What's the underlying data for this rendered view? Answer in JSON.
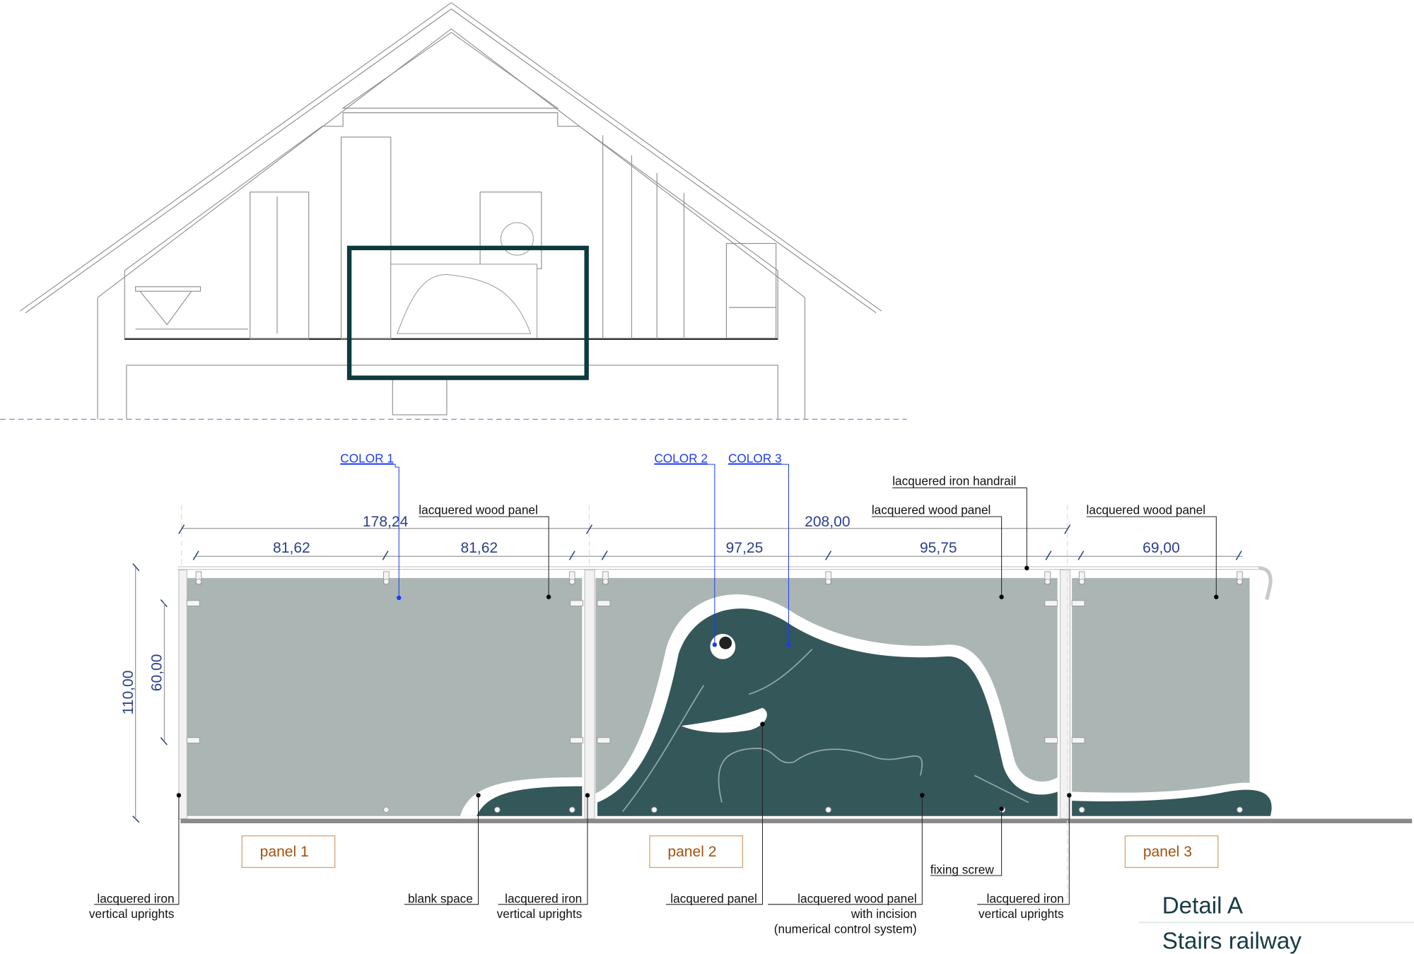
{
  "colors": {
    "panel_gray": "#aab5b4",
    "elephant_teal": "#34575a",
    "highlight": "#0d3a3f",
    "dimension": "#2a3f8a",
    "color_callout": "#1d3cf0",
    "panel_tag": "#a0520f"
  },
  "color_callouts": [
    "COLOR 1",
    "COLOR 2",
    "COLOR 3"
  ],
  "dimensions": {
    "total_left": "178,24",
    "total_right": "208,00",
    "segments": [
      "81,62",
      "81,62",
      "97,25",
      "95,75",
      "69,00"
    ],
    "height_total": "110,00",
    "height_panel": "60,00"
  },
  "top_labels": {
    "handrail": "lacquered iron handrail",
    "wood_panel_1": "lacquered wood panel",
    "wood_panel_2": "lacquered wood panel",
    "wood_panel_3": "lacquered wood panel"
  },
  "panels": [
    "panel 1",
    "panel 2",
    "panel 3"
  ],
  "bottom_labels": {
    "uprights_1": [
      "lacquered iron",
      "vertical uprights"
    ],
    "blank_space": "blank space",
    "uprights_2": [
      "lacquered iron",
      "vertical uprights"
    ],
    "lacquered_panel": "lacquered panel",
    "incision": [
      "lacquered wood panel",
      "with incision",
      "(numerical control system)"
    ],
    "fixing_screw": "fixing screw",
    "uprights_3": [
      "lacquered iron",
      "vertical uprights"
    ]
  },
  "title": {
    "line1": "Detail A",
    "line2": "Stairs railway"
  }
}
